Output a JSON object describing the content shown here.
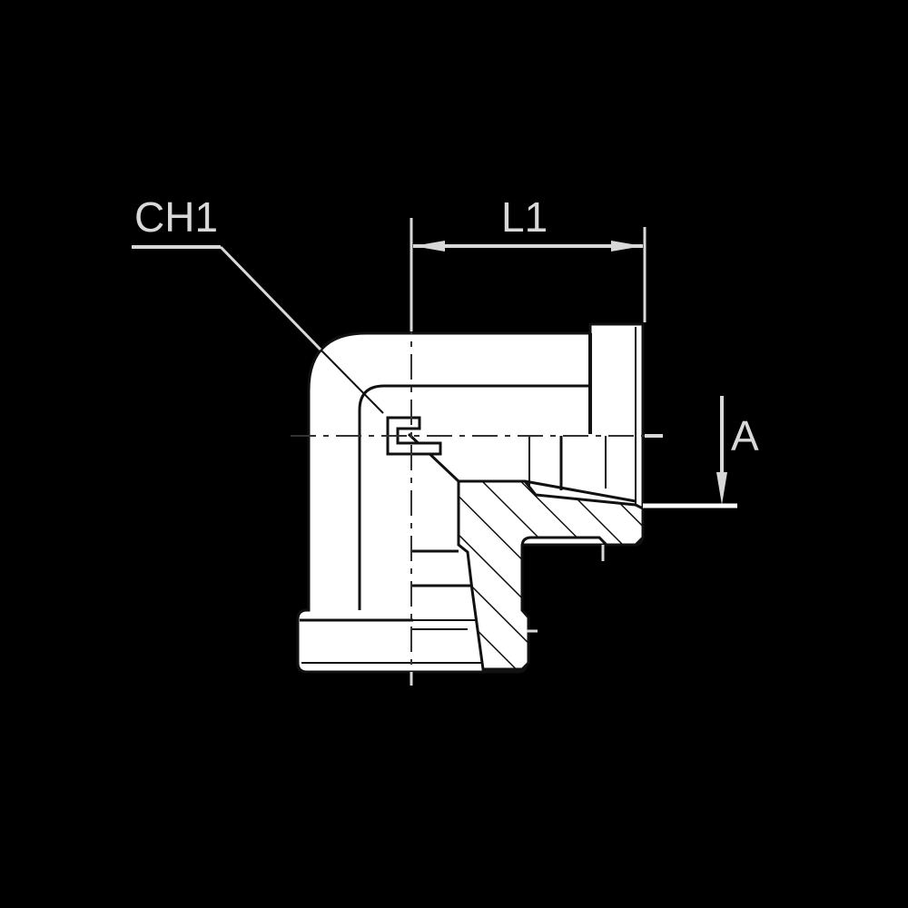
{
  "diagram": {
    "type": "technical-drawing",
    "subject": "90-degree elbow fitting, sectional view",
    "background": "#000000",
    "body_fill": "#ffffff",
    "line_color": "#111111",
    "dimension_color": "#d8d8d8"
  },
  "labels": {
    "ch1": "CH1",
    "l1": "L1",
    "a": "A"
  }
}
